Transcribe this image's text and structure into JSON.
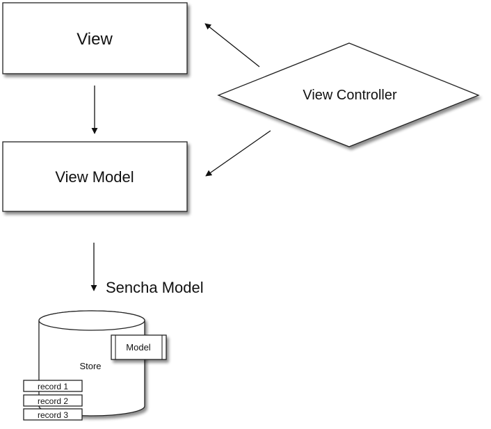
{
  "nodes": {
    "view": "View",
    "view_controller": "View Controller",
    "view_model": "View Model",
    "sencha_model": "Sencha Model",
    "store": "Store",
    "model_tag": "Model"
  },
  "records": [
    "record 1",
    "record 2",
    "record 3"
  ]
}
